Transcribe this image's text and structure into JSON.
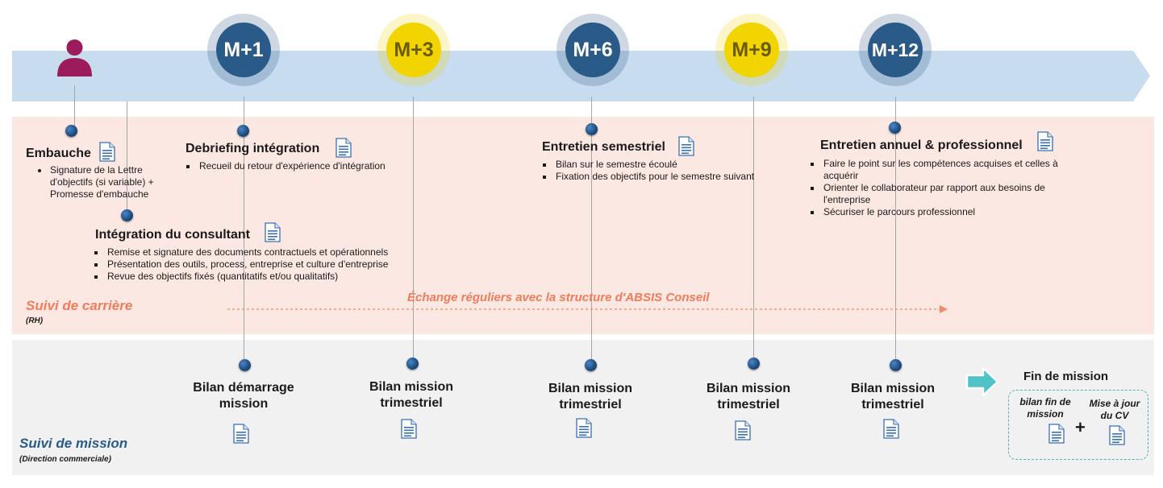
{
  "colors": {
    "career_band": "#fce8e2",
    "mission_band": "#f1f1f1",
    "arrow_band": "#c7dcef",
    "milestone_blue": "#2a5a87",
    "milestone_yellow": "#f2d500",
    "career_label": "#f07c5c",
    "mission_label": "#2a5a87",
    "person": "#9b1b5c",
    "end_arrow": "#4fc3c8"
  },
  "person_icon": "user-icon",
  "milestones": [
    {
      "label": "M+1",
      "color": "blue"
    },
    {
      "label": "M+3",
      "color": "yellow"
    },
    {
      "label": "M+6",
      "color": "blue"
    },
    {
      "label": "M+9",
      "color": "yellow"
    },
    {
      "label": "M+12",
      "color": "blue"
    }
  ],
  "career": {
    "embauche": {
      "title": "Embauche",
      "items": [
        "Signature de la Lettre d'objectifs (si variable) + Promesse d'embauche"
      ]
    },
    "debriefing": {
      "title": "Debriefing intégration",
      "items": [
        "Recueil du retour d'expérience d'intégration"
      ]
    },
    "integration": {
      "title": "Intégration du consultant",
      "items": [
        "Remise et signature des documents contractuels et opérationnels",
        "Présentation des outils, process, entreprise et culture d'entreprise",
        "Revue des objectifs fixés (quantitatifs et/ou qualitatifs)"
      ]
    },
    "semestriel": {
      "title": "Entretien semestriel",
      "items": [
        "Bilan sur le semestre écoulé",
        "Fixation des objectifs pour le semestre suivant"
      ]
    },
    "annuel": {
      "title": "Entretien annuel & professionnel",
      "items": [
        "Faire le point sur les compétences acquises et celles à acquérir",
        "Orienter le collaborateur par rapport aux besoins de l'entreprise",
        "Sécuriser le parcours professionnel"
      ]
    },
    "exchange": "Échange réguliers avec la structure d'ABSIS Conseil",
    "label": "Suivi de carrière",
    "sublabel": "(RH)"
  },
  "mission": {
    "items": [
      {
        "line1": "Bilan démarrage",
        "line2": "mission"
      },
      {
        "line1": "Bilan mission",
        "line2": "trimestriel"
      },
      {
        "line1": "Bilan mission",
        "line2": "trimestriel"
      },
      {
        "line1": "Bilan mission",
        "line2": "trimestriel"
      },
      {
        "line1": "Bilan mission",
        "line2": "trimestriel"
      }
    ],
    "end": {
      "title": "Fin de mission",
      "left_line1": "bilan fin de",
      "left_line2": "mission",
      "plus": "+",
      "right_line1": "Mise à jour",
      "right_line2": "du CV"
    },
    "label": "Suivi de mission",
    "sublabel": "(Direction commerciale)"
  }
}
